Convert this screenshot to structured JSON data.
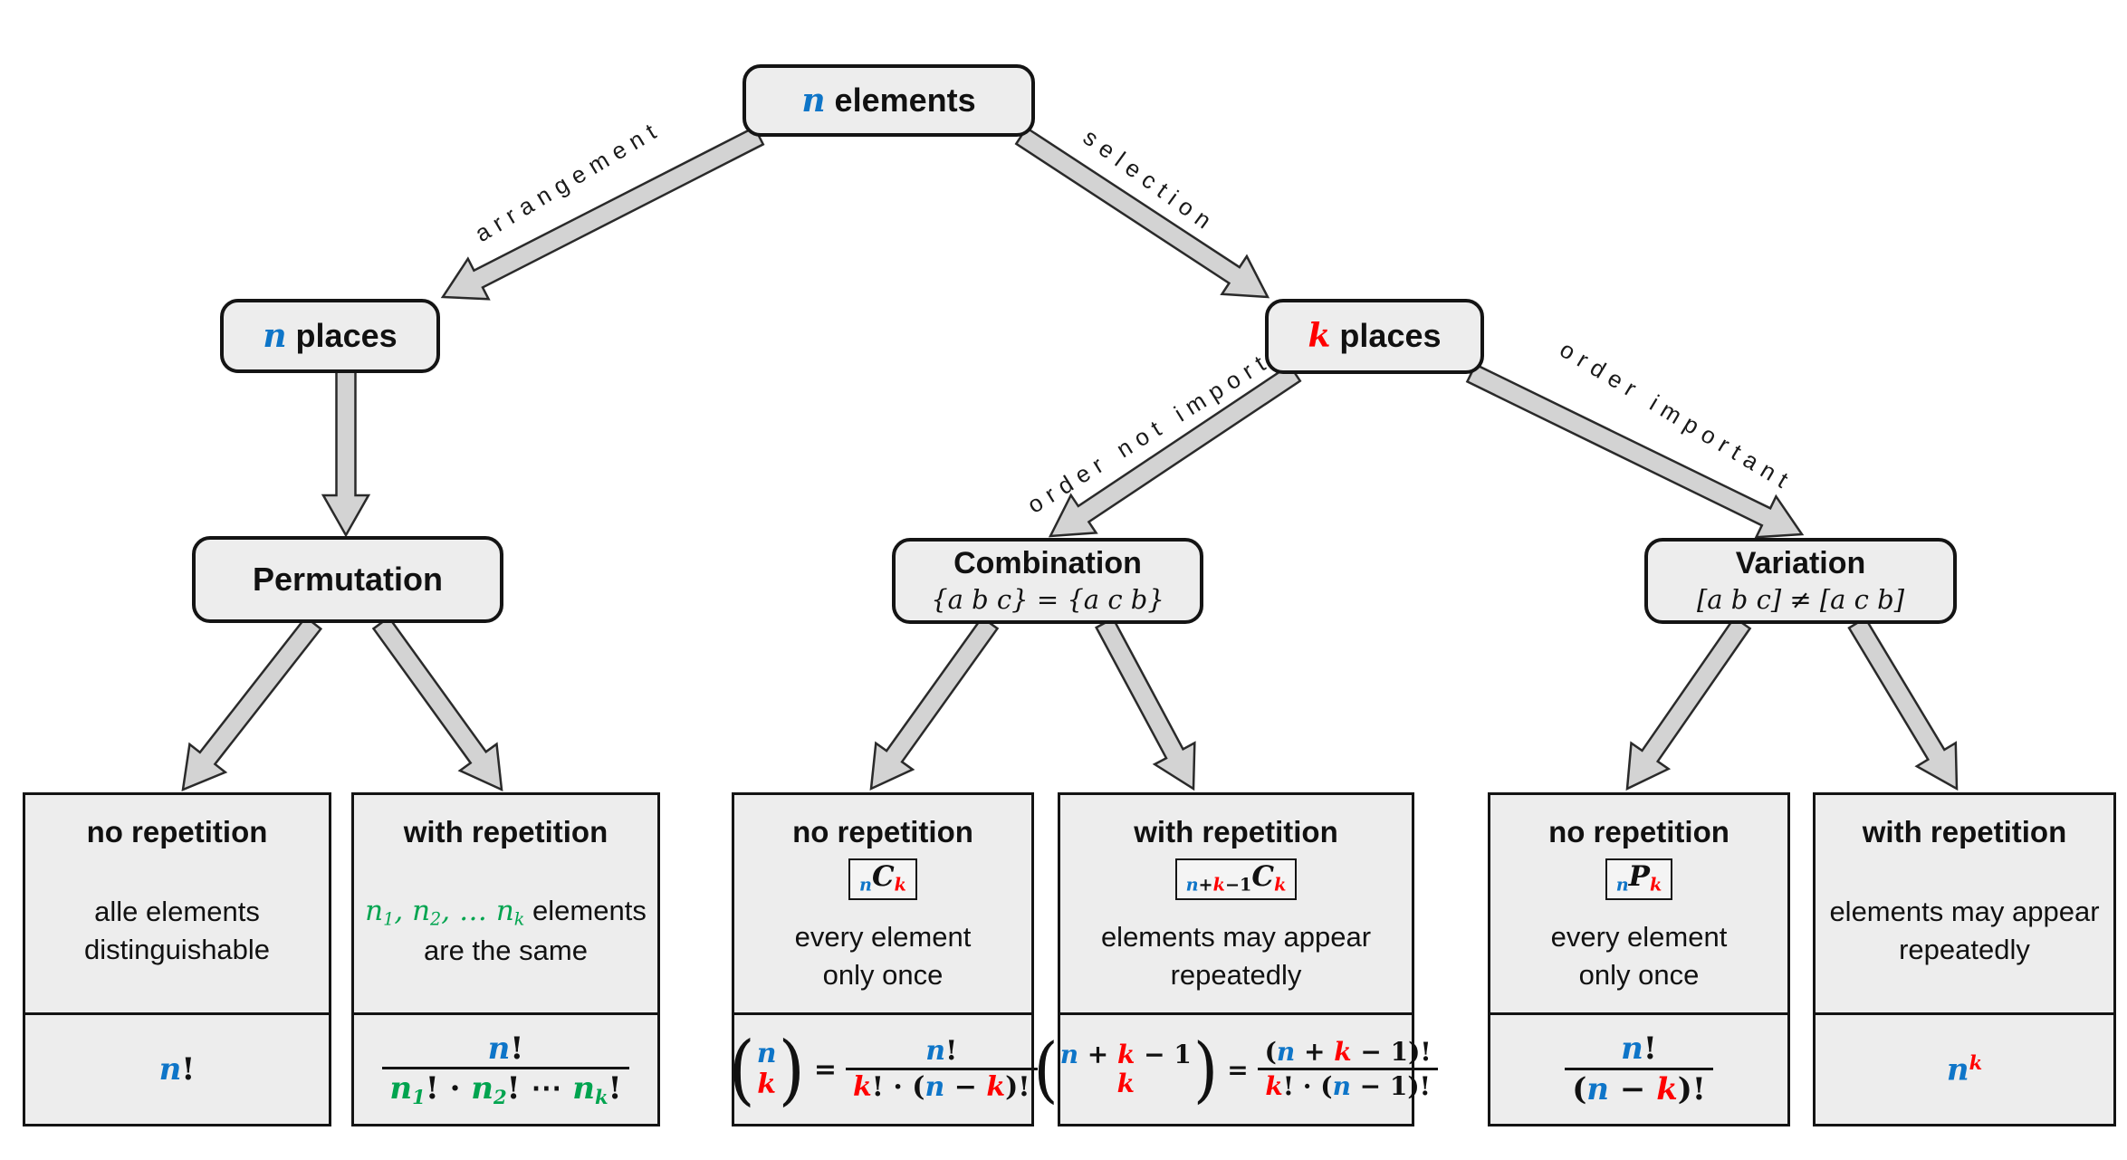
{
  "palette": {
    "blue": "#0e75c8",
    "red": "#ff0000",
    "green": "#00a44f"
  },
  "nodes": {
    "elements": {
      "title_segs": [
        {
          "t": "n",
          "c": "b"
        },
        {
          "t": " elements"
        }
      ]
    },
    "n_places": {
      "title_segs": [
        {
          "t": "n",
          "c": "b"
        },
        {
          "t": " places"
        }
      ]
    },
    "k_places": {
      "title_segs": [
        {
          "t": "k",
          "c": "r"
        },
        {
          "t": " places"
        }
      ]
    },
    "permutation": {
      "title": "Permutation"
    },
    "combination": {
      "title": "Combination",
      "subtitle": "{a b c} = {a c b}"
    },
    "variation": {
      "title": "Variation",
      "subtitle": "[a b c] ≠ [a c b]"
    }
  },
  "edges": {
    "arrangement": "arrangement",
    "selection": "selection",
    "order_not_important": "order not important",
    "order_important": "order important"
  },
  "cards": [
    {
      "title": "no repetition",
      "desc": [
        {
          "t": "alle elements"
        },
        {
          "br": true
        },
        {
          "t": "distinguishable"
        }
      ],
      "formula": {
        "segs": [
          {
            "t": "n",
            "c": "b"
          },
          {
            "t": "!"
          }
        ]
      }
    },
    {
      "title": "with repetition",
      "desc": [
        {
          "t": "n",
          "c": "g"
        },
        {
          "t": "1",
          "c": "g",
          "p": "s"
        },
        {
          "t": ", ",
          "c": "g"
        },
        {
          "t": "n",
          "c": "g"
        },
        {
          "t": "2",
          "c": "g",
          "p": "s"
        },
        {
          "t": ", … ",
          "c": "g"
        },
        {
          "t": "n",
          "c": "g"
        },
        {
          "t": "k",
          "c": "g",
          "p": "s"
        },
        {
          "t": " elements"
        },
        {
          "br": true
        },
        {
          "t": "are the same"
        }
      ],
      "formula": {
        "num": [
          {
            "t": "n",
            "c": "b"
          },
          {
            "t": "!"
          }
        ],
        "den": [
          {
            "t": "n",
            "c": "g"
          },
          {
            "t": "1",
            "c": "g",
            "p": "s"
          },
          {
            "t": "! · "
          },
          {
            "t": "n",
            "c": "g"
          },
          {
            "t": "2",
            "c": "g",
            "p": "s"
          },
          {
            "t": "! ⋯ "
          },
          {
            "t": "n",
            "c": "g"
          },
          {
            "t": "k",
            "c": "g",
            "p": "s"
          },
          {
            "t": "!"
          }
        ]
      }
    },
    {
      "title": "no repetition",
      "badge": [
        {
          "t": "n",
          "c": "b",
          "p": "s"
        },
        {
          "t": "C",
          "i": true
        },
        {
          "t": "k",
          "c": "r",
          "p": "s"
        }
      ],
      "desc": [
        {
          "t": "every element"
        },
        {
          "br": true
        },
        {
          "t": "only once"
        }
      ],
      "formula": {
        "paren_open": "(",
        "paren_close": ")",
        "eq": "=",
        "binom_top": [
          {
            "t": "n",
            "c": "b"
          }
        ],
        "binom_bottom": [
          {
            "t": "k",
            "c": "r"
          }
        ],
        "num": [
          {
            "t": "n",
            "c": "b"
          },
          {
            "t": "!"
          }
        ],
        "den": [
          {
            "t": "k",
            "c": "r"
          },
          {
            "t": "! · ("
          },
          {
            "t": "n",
            "c": "b"
          },
          {
            "t": " − "
          },
          {
            "t": "k",
            "c": "r"
          },
          {
            "t": ")!"
          }
        ]
      }
    },
    {
      "title": "with repetition",
      "badge": [
        {
          "t": "n",
          "c": "b",
          "p": "s"
        },
        {
          "t": "+",
          "p": "s"
        },
        {
          "t": "k",
          "c": "r",
          "p": "s"
        },
        {
          "t": "−1",
          "p": "s"
        },
        {
          "t": "C",
          "i": true
        },
        {
          "t": "k",
          "c": "r",
          "p": "s"
        }
      ],
      "desc": [
        {
          "t": "elements may appear"
        },
        {
          "br": true
        },
        {
          "t": "repeatedly"
        }
      ],
      "formula": {
        "paren_open": "(",
        "paren_close": ")",
        "eq": "=",
        "binom_top": [
          {
            "t": "n",
            "c": "b"
          },
          {
            "t": " + "
          },
          {
            "t": "k",
            "c": "r"
          },
          {
            "t": " − 1"
          }
        ],
        "binom_bottom": [
          {
            "t": "k",
            "c": "r"
          }
        ],
        "num": [
          {
            "t": "("
          },
          {
            "t": "n",
            "c": "b"
          },
          {
            "t": " + "
          },
          {
            "t": "k",
            "c": "r"
          },
          {
            "t": " − 1"
          },
          {
            "t": ")!"
          }
        ],
        "den": [
          {
            "t": "k",
            "c": "r"
          },
          {
            "t": "! · ("
          },
          {
            "t": "n",
            "c": "b"
          },
          {
            "t": " − 1"
          },
          {
            "t": ")!"
          }
        ]
      }
    },
    {
      "title": "no repetition",
      "badge": [
        {
          "t": "n",
          "c": "b",
          "p": "s"
        },
        {
          "t": "P",
          "i": true
        },
        {
          "t": "k",
          "c": "r",
          "p": "s"
        }
      ],
      "desc": [
        {
          "t": "every element"
        },
        {
          "br": true
        },
        {
          "t": "only once"
        }
      ],
      "formula": {
        "num": [
          {
            "t": "n",
            "c": "b"
          },
          {
            "t": "!"
          }
        ],
        "den": [
          {
            "t": "("
          },
          {
            "t": "n",
            "c": "b"
          },
          {
            "t": " − "
          },
          {
            "t": "k",
            "c": "r"
          },
          {
            "t": ")!"
          }
        ]
      }
    },
    {
      "title": "with repetition",
      "desc": [
        {
          "t": "elements may appear"
        },
        {
          "br": true
        },
        {
          "t": "repeatedly"
        }
      ],
      "formula": {
        "segs": [
          {
            "t": "n",
            "c": "b"
          },
          {
            "t": "k",
            "c": "r",
            "p": "u"
          }
        ]
      }
    }
  ]
}
